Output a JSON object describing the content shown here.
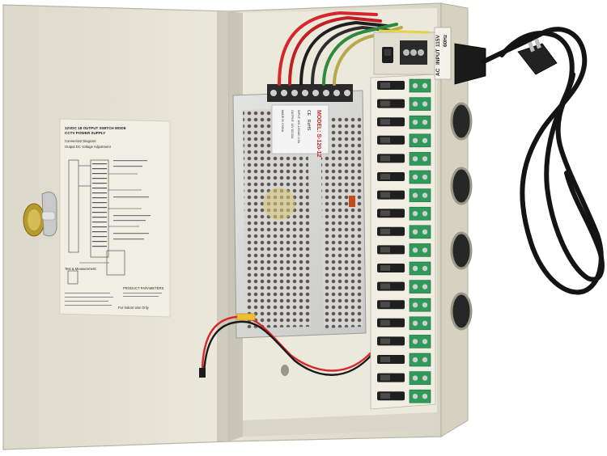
{
  "label_sticker": {
    "title": "12VDC 18 OUTPUT SWITCH MODE",
    "subtitle": "CCTV POWER SUPPLY",
    "connection_heading": "Connection Diagram:",
    "adjust_heading": "Output DC Voltage Adjustment",
    "test_heading": "Test & Measurement:",
    "parameters_heading": "PRODUCT PARAMETERS",
    "footer": "For Indoor Use Only"
  },
  "psu_module": {
    "model": "MODEL: S-120-12",
    "ce_mark": "CE",
    "rohs_mark": "RoHS",
    "input": "INPUT: 100-120VAC 2.5A",
    "output": "OUTPUT: 12V DC10A",
    "origin": "MADE IN CHINA"
  },
  "ac_input": {
    "line1": "AC",
    "line2": "INPUT",
    "line3": "115V",
    "line4": "60Hz"
  },
  "colors": {
    "enclosure": "#e9e6d9",
    "terminal_green": "#2f9a5a",
    "cord": "#141414",
    "wire_red": "#d8262a"
  }
}
